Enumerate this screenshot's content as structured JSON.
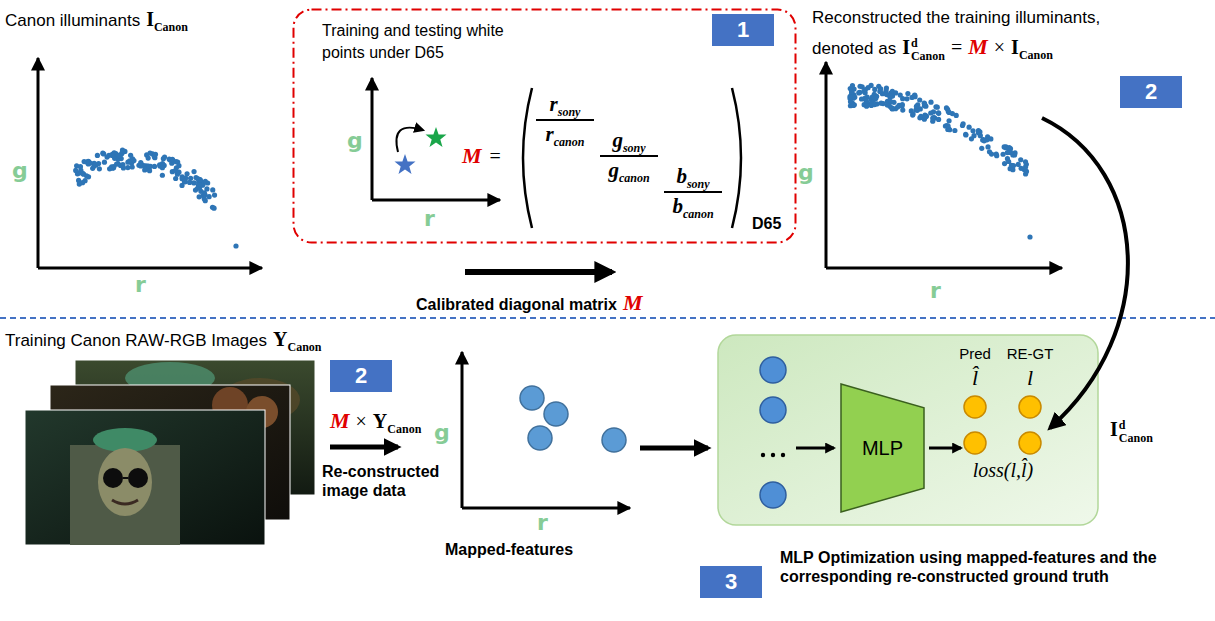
{
  "diagram": {
    "nodes": [
      {
        "text": [
          "Training and testing white points under D65"
        ]
      },
      {
        "text": [
          "1"
        ],
        "in": 0
      },
      {
        "text": [
          "2"
        ]
      },
      {
        "text": [
          "2"
        ]
      },
      {
        "text": [
          "Pred",
          "l̂",
          "RE-GT",
          "l",
          "loss(l,l̂)"
        ]
      },
      {
        "text": [
          "MLP"
        ],
        "in": 4
      },
      {
        "text": [
          "3"
        ]
      }
    ],
    "labels": [
      "Canon illuminants",
      "I",
      "Canon",
      "g",
      "r",
      "g",
      "r",
      "M",
      "=",
      "r",
      "sony",
      "r",
      "canon",
      "g",
      "sony",
      "g",
      "canon",
      "b",
      "sony",
      "b",
      "canon",
      "D65",
      "Calibrated diagonal matrix",
      "M",
      "Reconstructed the training illuminants,",
      "denoted as",
      "I",
      "d",
      "Canon",
      "=",
      "M",
      "×",
      "I",
      "Canon",
      "g",
      "r",
      "Training Canon RAW-RGB Images",
      "Y",
      "Canon",
      "M",
      "×",
      "Y",
      "Canon",
      "Re-constructed image data",
      "Mapped-features",
      "g",
      "r",
      "I",
      "d",
      "Canon",
      "MLP Optimization using mapped-features and the corresponding re-constructed ground truth"
    ]
  }
}
